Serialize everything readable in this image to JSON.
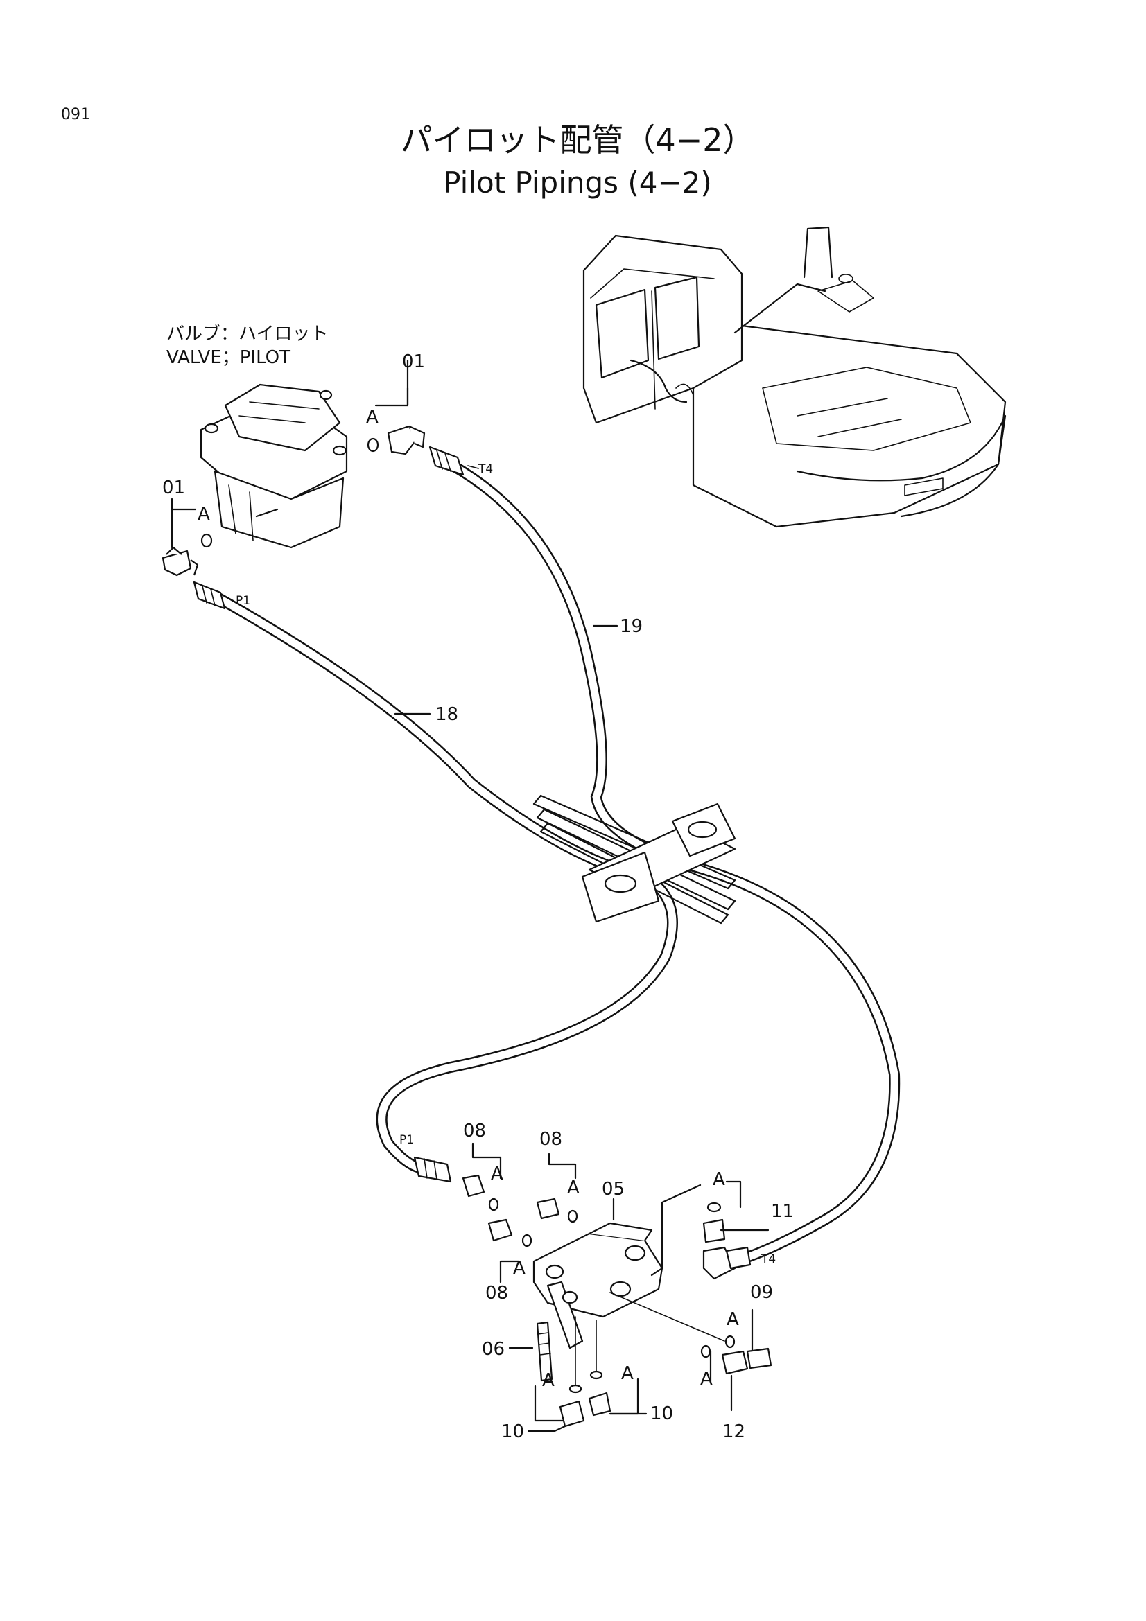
{
  "page_number": "091",
  "title_jp": "パイロット配管（4−2）",
  "title_en": "Pilot Pipings (4−2)",
  "valve_label_jp": "バルブ：ハイロット",
  "valve_label_en": "VALVE；PILOT",
  "callouts": {
    "c01_top": "01",
    "c01_left": "01",
    "c05": "05",
    "c06": "06",
    "c08_a": "08",
    "c08_b": "08",
    "c08_c": "08",
    "c09": "09",
    "c10_left": "10",
    "c10_right": "10",
    "c11": "11",
    "c12": "12",
    "c18": "18",
    "c19": "19"
  },
  "port_labels": {
    "t4_top": "T4",
    "p1_top": "P1",
    "p1_bottom": "P1",
    "t4_bottom": "T4"
  },
  "ref_letter": "A"
}
